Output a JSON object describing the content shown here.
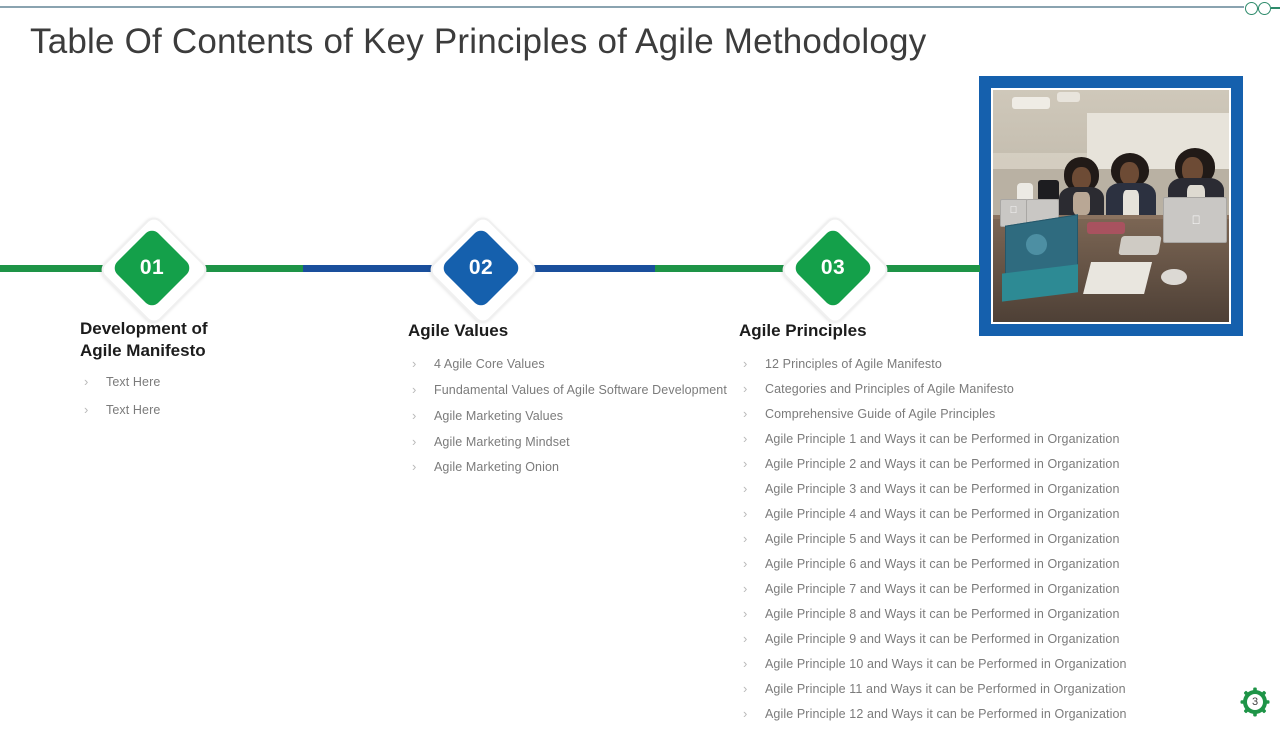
{
  "title": "Table Of Contents of Key Principles of Agile Methodology",
  "header_decoration": {
    "rule_color": "#8aa3b0",
    "circle_color": "#2e8b6b"
  },
  "timeline": {
    "segments": [
      {
        "color": "#1e9447"
      },
      {
        "color": "#1a4f9c"
      },
      {
        "color": "#1e9447"
      }
    ],
    "markers": [
      {
        "number": "01",
        "color": "#14a04a"
      },
      {
        "number": "02",
        "color": "#1560ad"
      },
      {
        "number": "03",
        "color": "#14a04a"
      }
    ]
  },
  "columns": [
    {
      "heading": "Development of\nAgile Manifesto",
      "heading_line1": "Development of",
      "heading_line2": "Agile Manifesto",
      "items": [
        "Text Here",
        "Text Here"
      ]
    },
    {
      "heading": "Agile Values",
      "items": [
        "4 Agile Core Values",
        "Fundamental Values of Agile Software Development",
        "Agile Marketing Values",
        "Agile Marketing Mindset",
        "Agile Marketing Onion"
      ]
    },
    {
      "heading": "Agile Principles",
      "items": [
        "12 Principles of Agile Manifesto",
        "Categories and Principles of Agile Manifesto",
        "Comprehensive Guide of Agile Principles",
        "Agile Principle 1 and Ways it can be Performed in Organization",
        "Agile Principle 2 and Ways it can be Performed in Organization",
        "Agile Principle 3 and Ways it can be Performed in Organization",
        "Agile Principle 4 and Ways it can be Performed in Organization",
        "Agile Principle 5 and Ways it can be Performed in Organization",
        "Agile Principle 6 and Ways it can be Performed in Organization",
        "Agile Principle 7 and Ways it can be Performed in Organization",
        "Agile Principle 8 and Ways it can be Performed in Organization",
        "Agile Principle 9 and Ways it can be Performed in Organization",
        "Agile Principle 10 and Ways it can be Performed in Organization",
        "Agile Principle 11 and Ways it can be Performed in Organization",
        "Agile Principle 12 and Ways it can be Performed in Organization"
      ]
    }
  ],
  "photo": {
    "alt": "Three women collaborating with laptops around a conference table",
    "frame_color": "#1560ad"
  },
  "page_number": "3",
  "page_badge_color": "#1e9447",
  "bullet_glyph": "›"
}
